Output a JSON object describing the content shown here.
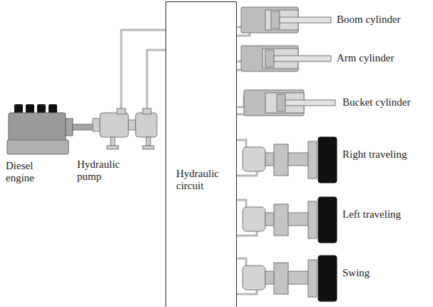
{
  "diagram": {
    "nodes": [
      {
        "text": [
          "Hydraulic circuit"
        ]
      }
    ],
    "labels": [
      "Diesel engine",
      "Hydraulic pump",
      "Boom cylinder",
      "Arm cylinder",
      "Bucket cylinder",
      "Right traveling",
      "Left traveling",
      "Swing"
    ]
  }
}
